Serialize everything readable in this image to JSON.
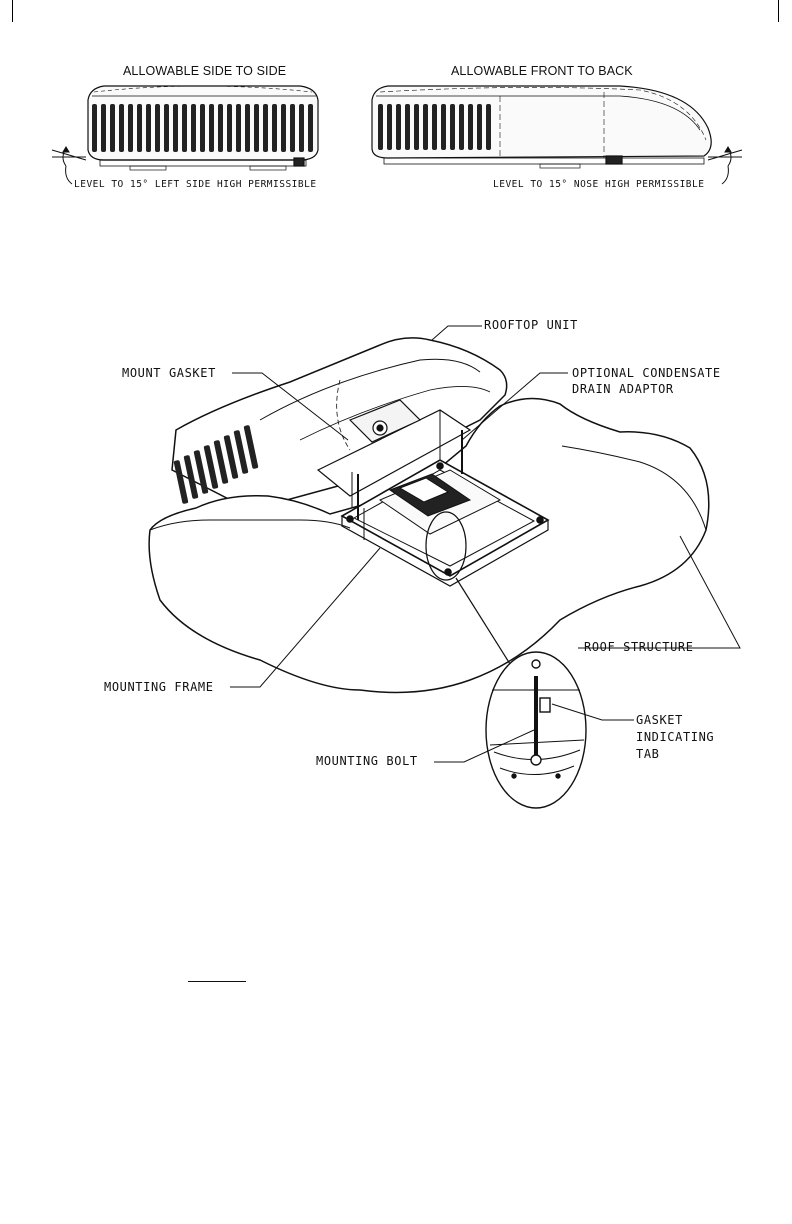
{
  "top_figure": {
    "left_panel": {
      "title": "ALLOWABLE SIDE TO SIDE",
      "note": "LEVEL TO 15° LEFT SIDE HIGH PERMISSIBLE"
    },
    "right_panel": {
      "title": "ALLOWABLE FRONT TO BACK",
      "note": "LEVEL TO 15° NOSE HIGH PERMISSIBLE"
    }
  },
  "install_figure": {
    "labels": {
      "rooftop_unit": "ROOFTOP UNIT",
      "mount_gasket": "MOUNT GASKET",
      "condensate_line1": "OPTIONAL CONDENSATE",
      "condensate_line2": "DRAIN ADAPTOR",
      "roof_structure": "ROOF STRUCTURE",
      "mounting_frame": "MOUNTING FRAME",
      "gasket_tab_line1": "GASKET",
      "gasket_tab_line2": "INDICATING",
      "gasket_tab_line3": "TAB",
      "mounting_bolt": "MOUNTING BOLT"
    }
  },
  "colors": {
    "ink": "#111111",
    "paper": "#ffffff"
  }
}
